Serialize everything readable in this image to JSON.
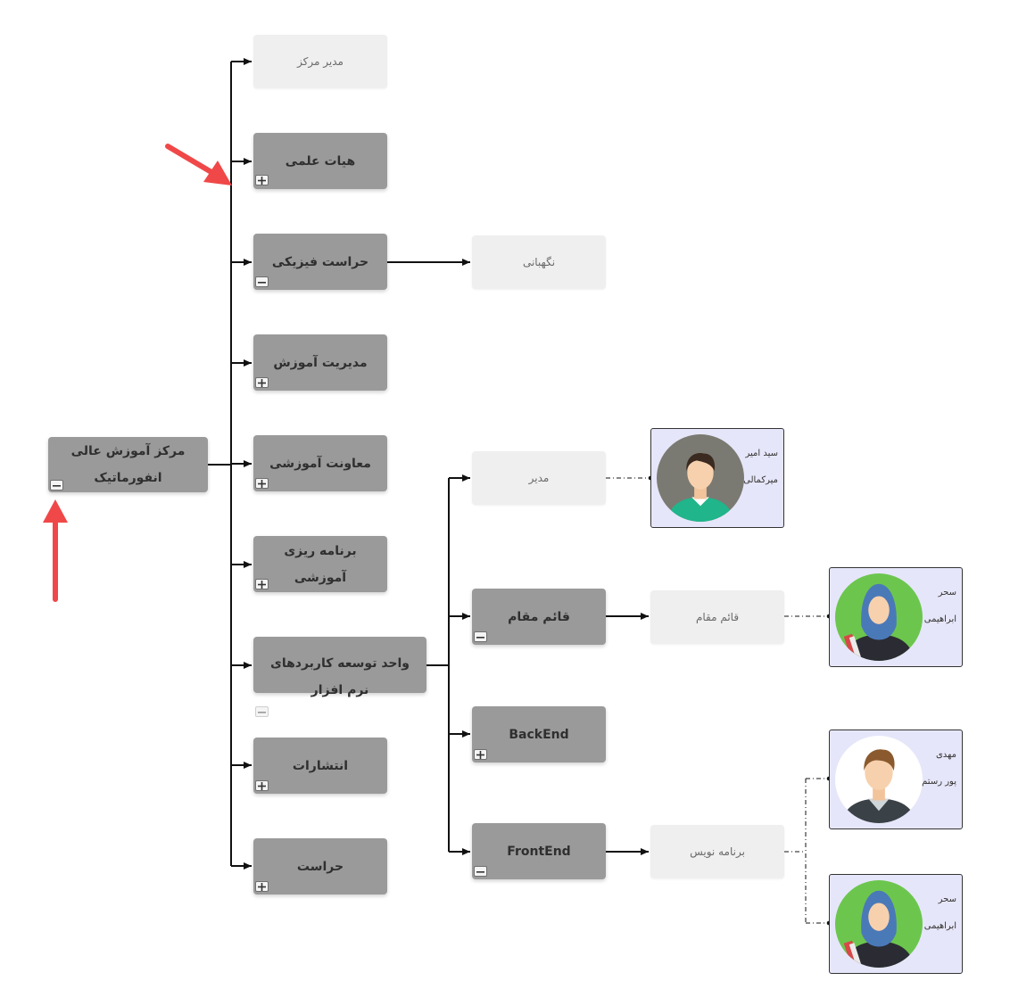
{
  "chart": {
    "root": "مرکز آموزش عالی انفورماتیک",
    "units": [
      {
        "label": "مدیر مرکز",
        "kind": "role"
      },
      {
        "label": "هیات علمی",
        "kind": "unit",
        "toggle": "+"
      },
      {
        "label": "حراست فیزیکی",
        "kind": "unit",
        "toggle": "−"
      },
      {
        "label": "مدیریت آموزش",
        "kind": "unit",
        "toggle": "+"
      },
      {
        "label": "معاونت آموزشی",
        "kind": "unit",
        "toggle": "+"
      },
      {
        "label": "برنامه ریزی آموزشی",
        "kind": "unit",
        "toggle": "+"
      },
      {
        "label": "واحد توسعه کاربردهای نرم افزار",
        "kind": "unit",
        "toggle": "−"
      },
      {
        "label": "انتشارات",
        "kind": "unit",
        "toggle": "+"
      },
      {
        "label": "حراست",
        "kind": "unit",
        "toggle": "+"
      }
    ],
    "security_role": "نگهبانی",
    "software_children": [
      {
        "label": "مدیر",
        "kind": "role"
      },
      {
        "label": "قائم مقام",
        "kind": "unit",
        "toggle": "−"
      },
      {
        "label": "BackEnd",
        "kind": "unit",
        "toggle": "+"
      },
      {
        "label": "FrontEnd",
        "kind": "unit",
        "toggle": "−"
      }
    ],
    "deputy_role": "قائم مقام",
    "frontend_role": "برنامه نویس",
    "people": {
      "manager": {
        "first": "سید امیر",
        "last": "میرکمالی"
      },
      "deputy": {
        "first": "سحر",
        "last": "ابراهیمی"
      },
      "dev1": {
        "first": "مهدی",
        "last": "پور رستم"
      },
      "dev2": {
        "first": "سحر",
        "last": "ابراهیمی"
      }
    }
  },
  "colors": {
    "unit_bg": "#9a9a9a",
    "role_bg": "#efefef",
    "person_bg": "#e6e6fa",
    "annotation_arrow": "#f04848"
  },
  "icons": [
    "plus-icon",
    "minus-icon",
    "male-avatar-icon",
    "female-avatar-icon",
    "annotation-arrow-icon"
  ]
}
